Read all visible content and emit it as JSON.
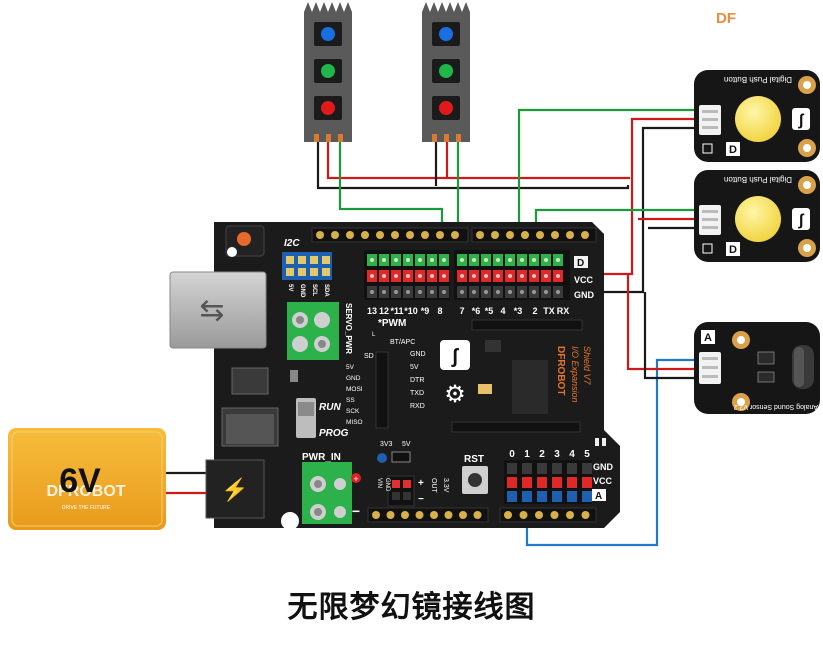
{
  "logo": "DF",
  "caption": "无限梦幻镜接线图",
  "battery": {
    "voltage": "6V",
    "brand": "DFROBOT",
    "tagline": "DRIVE THE FUTURE"
  },
  "push_button_label": "Digital Push Button",
  "module_badge_d": "D",
  "module_badge_a": "A",
  "sound_sensor_label": "Analog Sound Sensor V2.2",
  "shield": {
    "i2c": "I2C",
    "i2c_pins": [
      "5V",
      "GND",
      "SCL",
      "SDA"
    ],
    "servo_pwr": "SERVO_PWR",
    "pwm_note": "*PWM",
    "l": "L",
    "digital_pins": [
      "13",
      "12",
      "*11",
      "*10",
      "*9",
      "8",
      "7",
      "*6",
      "*5",
      "4",
      "*3",
      "2",
      "TX",
      "RX"
    ],
    "row_d": "D",
    "row_vcc": "VCC",
    "row_gnd": "GND",
    "bt_apc": "BT/APC",
    "bt_pins": [
      "GND",
      "5V",
      "DTR",
      "TXD",
      "RXD"
    ],
    "sd": "SD",
    "sd_pins": [
      "5V",
      "GND",
      "MOSI",
      "SS",
      "SCK",
      "MISO"
    ],
    "run": "RUN",
    "prog": "PROG",
    "pwr_in": "PWR_IN",
    "v3v3": "3V3",
    "v5": "5V",
    "vin": "VIN",
    "gnd": "GND",
    "out": "OUT",
    "v33": "3.3V",
    "rst": "RST",
    "analog_pins": [
      "0",
      "1",
      "2",
      "3",
      "4",
      "5"
    ],
    "arow_gnd": "GND",
    "arow_vcc": "VCC",
    "arow_a": "A",
    "brand": "DFROBOT",
    "model": "I/O Expansion",
    "version": "Shield V7"
  }
}
